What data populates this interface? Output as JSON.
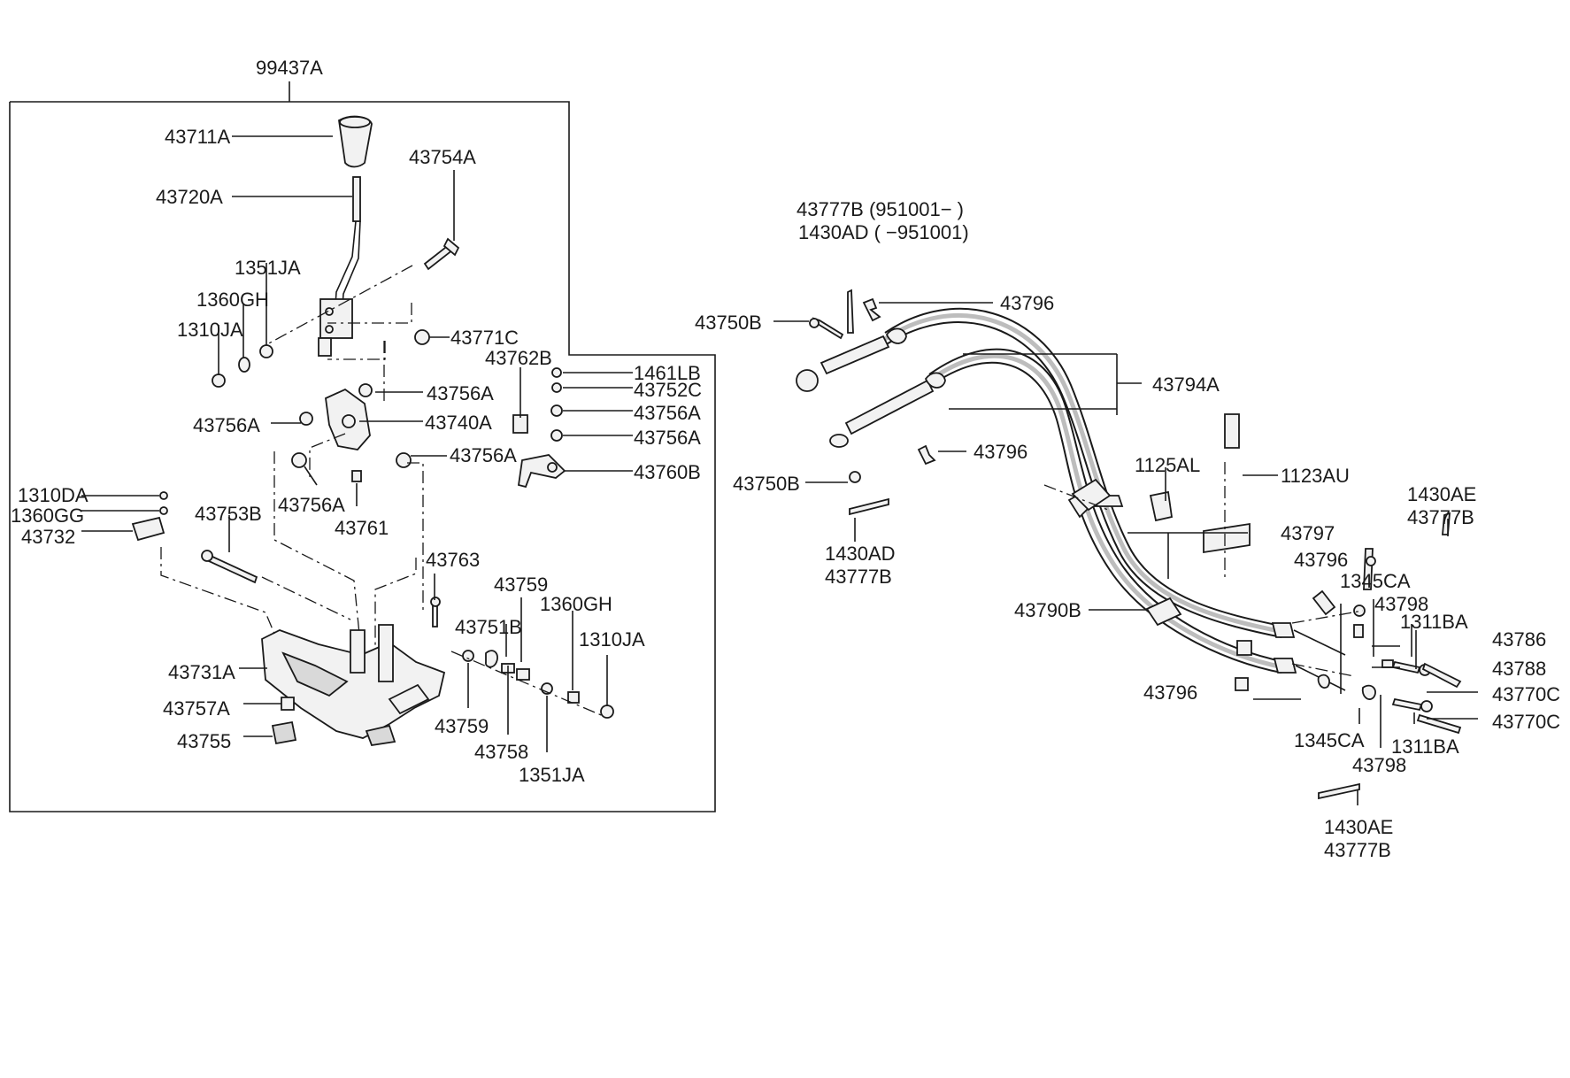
{
  "diagram": {
    "labels": {
      "l99437A": "99437A",
      "l43711A": "43711A",
      "l43720A": "43720A",
      "l43754A": "43754A",
      "l1351JA_a": "1351JA",
      "l1360GH_a": "1360GH",
      "l1310JA_a": "1310JA",
      "l43771C": "43771C",
      "l43762B": "43762B",
      "l1461LB": "1461LB",
      "l43752C": "43752C",
      "l43756A_1": "43756A",
      "l43756A_2": "43756A",
      "l43756A_3": "43756A",
      "l43740A": "43740A",
      "l43756A_4": "43756A",
      "l43756A_5": "43756A",
      "l43756A_6": "43756A",
      "l43760B": "43760B",
      "l43761": "43761",
      "l1310DA": "1310DA",
      "l1360GG": "1360GG",
      "l43732": "43732",
      "l43753B": "43753B",
      "l43763": "43763",
      "l43759_a": "43759",
      "l1360GH_b": "1360GH",
      "l43751B": "43751B",
      "l1310JA_b": "1310JA",
      "l43731A": "43731A",
      "l43757A": "43757A",
      "l43755": "43755",
      "l43759_b": "43759",
      "l43758": "43758",
      "l1351JA_b": "1351JA",
      "l43777B_top": "43777B (951001−   )",
      "l1430AD_top": "1430AD (   −951001)",
      "l43750B_a": "43750B",
      "l43796_a": "43796",
      "l43794A": "43794A",
      "l43796_b": "43796",
      "l43750B_b": "43750B",
      "l1430AD_b": "1430AD",
      "l43777B_b": "43777B",
      "l1125AL": "1125AL",
      "l1123AU": "1123AU",
      "l43797": "43797",
      "l1430AE_r": "1430AE",
      "l43777B_r": "43777B",
      "l43796_c": "43796",
      "l1345CA_a": "1345CA",
      "l43798_a": "43798",
      "l1311BA_a": "1311BA",
      "l43790B": "43790B",
      "l43786": "43786",
      "l43788": "43788",
      "l43770C_a": "43770C",
      "l43796_d": "43796",
      "l43770C_b": "43770C",
      "l1345CA_b": "1345CA",
      "l1311BA_b": "1311BA",
      "l43798_b": "43798",
      "l1430AE_bot": "1430AE",
      "l43777B_bot": "43777B"
    }
  }
}
